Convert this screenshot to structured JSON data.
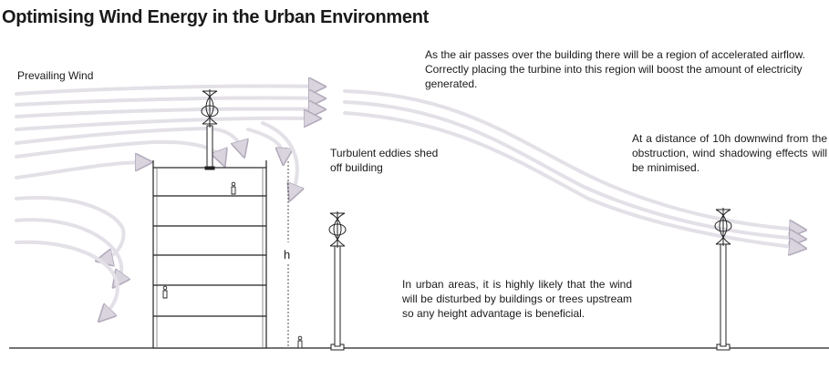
{
  "title": "Optimising Wind Energy in the Urban Environment",
  "labels": {
    "prevailing_wind": "Prevailing Wind",
    "accelerated_airflow": "As the air passes over the building there will be a region of accelerated airflow. Correctly placing the turbine into this region will boost the amount of electricity generated.",
    "turbulent_eddies": "Turbulent eddies shed off building",
    "ten_h": "At a distance of 10h downwind from the obstruction, wind shadowing effects will be minimised.",
    "urban_areas": "In urban areas, it is highly likely that the wind will be disturbed by buildings or trees upstream so any height advantage is beneficial.",
    "height_symbol": "h"
  },
  "colors": {
    "airflow": "#e7e3ea",
    "airflow_stroke": "#bdb6c4",
    "line": "#222222"
  },
  "icons": [
    "wind-turbine-icon",
    "building-icon",
    "person-icon",
    "airflow-arrow-icon"
  ]
}
